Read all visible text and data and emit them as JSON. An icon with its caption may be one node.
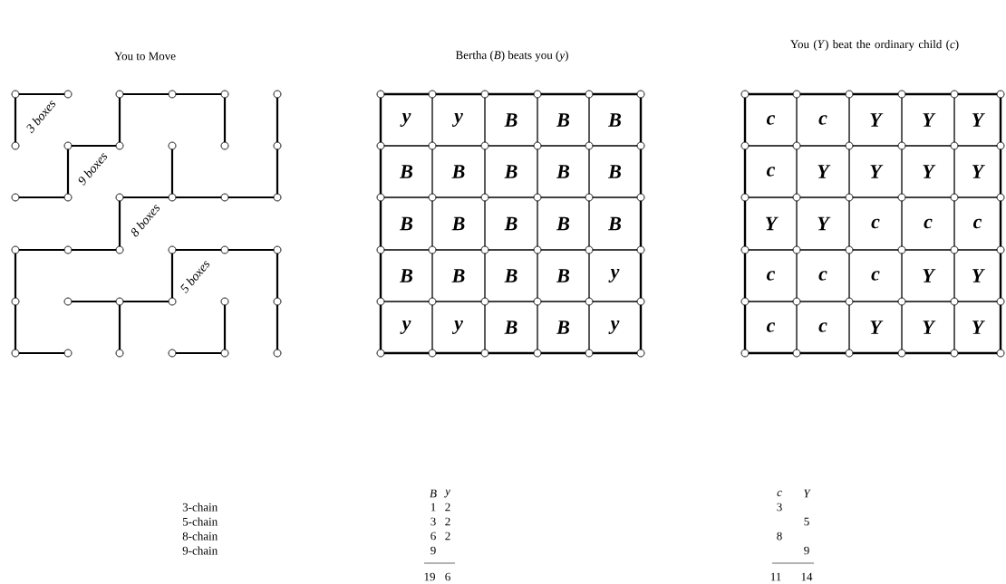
{
  "diagram": {
    "labels": [
      "You to Move",
      "Bertha (*B*) beats you (*y*)",
      "You (*Y*) beat the ordinary child (*c*)",
      "3 boxes",
      "9 boxes",
      "8 boxes",
      "5 boxes",
      "y",
      "y",
      "B",
      "B",
      "B",
      "B",
      "B",
      "B",
      "B",
      "B",
      "B",
      "B",
      "B",
      "B",
      "B",
      "B",
      "B",
      "B",
      "B",
      "y",
      "y",
      "y",
      "B",
      "B",
      "y",
      "c",
      "c",
      "Y",
      "Y",
      "Y",
      "c",
      "Y",
      "Y",
      "Y",
      "Y",
      "Y",
      "Y",
      "c",
      "c",
      "c",
      "c",
      "c",
      "c",
      "Y",
      "Y",
      "c",
      "c",
      "Y",
      "Y",
      "Y",
      "B",
      "y",
      "c",
      "Y",
      "3-chain",
      "1",
      "2",
      "3",
      "5-chain",
      "3",
      "2",
      "5",
      "8-chain",
      "6",
      "2",
      "8",
      "9-chain",
      "9",
      "9",
      "19",
      "6",
      "11",
      "14"
    ]
  }
}
